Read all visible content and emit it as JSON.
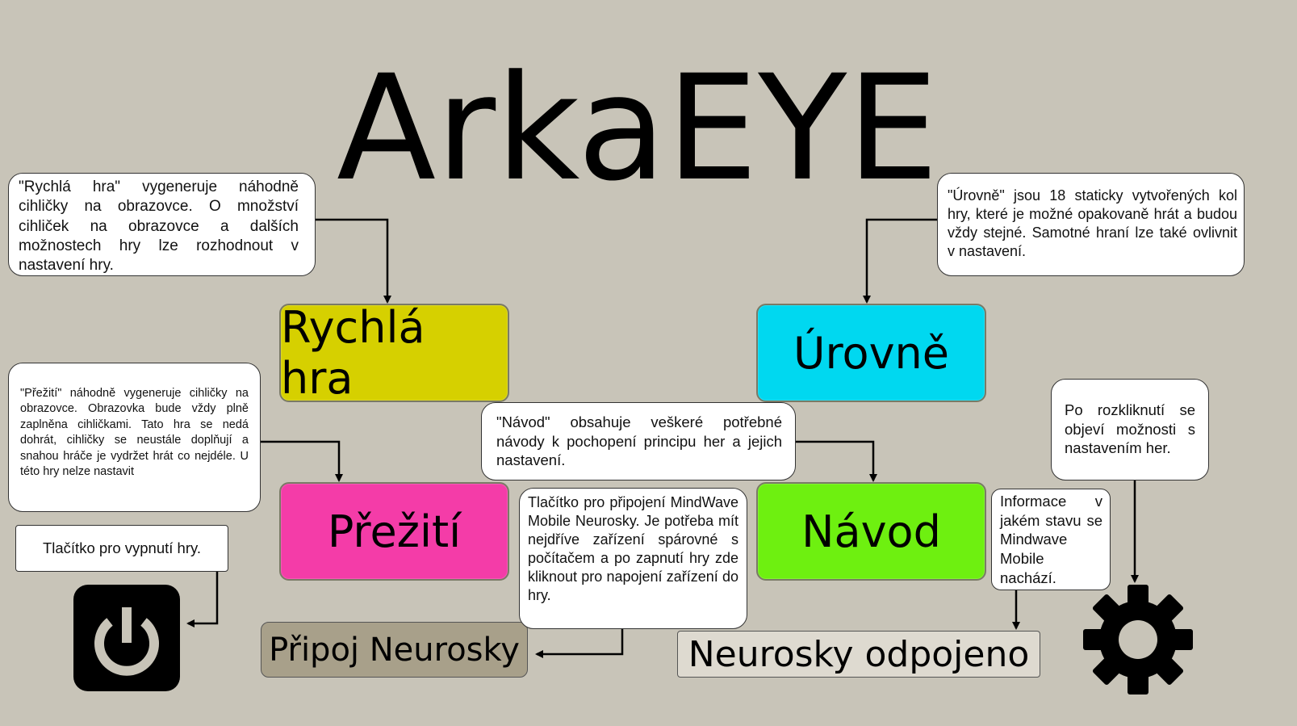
{
  "app_title": "ArkaEYE",
  "buttons": {
    "quick_game": "Rychlá hra",
    "levels": "Úrovně",
    "survival": "Přežití",
    "tutorial": "Návod",
    "connect": "Připoj Neurosky",
    "status": "Neurosky odpojeno"
  },
  "notes": {
    "quick_game": "\"Rychlá hra\" vygeneruje náhodně cihličky na obrazovce. O množství cihliček na obrazovce a dalších možnostech hry lze rozhodnout v nastavení hry.",
    "levels": "\"Úrovně\" jsou 18 staticky vytvořených kol hry, které je možné opakovaně hrát a budou vždy stejné. Samotné hraní lze také ovlivnit v nastavení.",
    "survival": "\"Přežití\" náhodně vygeneruje cihličky na obrazovce. Obrazovka bude vždy plně zaplněna cihličkami. Tato hra se nedá dohrát, cihličky se neustále doplňují a snahou hráče je vydržet hrát co nejdéle. U této hry nelze nastavit",
    "tutorial": "\"Návod\" obsahuje veškeré potřebné návody k pochopení principu her a jejich nastavení.",
    "power": "Tlačítko pro vypnutí hry.",
    "connect": "Tlačítko pro připojení MindWave Mobile Neurosky. Je potřeba mít nejdříve zařízení spárovné s počítačem a po zapnutí hry zde kliknout pro napojení zařízení do hry.",
    "status": "Informace v jakém stavu se Mindwave Mobile nachází.",
    "settings": "Po rozkliknutí se objeví možnosti s nastavením her."
  },
  "icons": {
    "power": "power-icon",
    "settings": "gear-icon"
  },
  "colors": {
    "background": "#c8c4b8",
    "quick_game": "#d6d000",
    "levels": "#00d8f0",
    "survival": "#f43ca8",
    "tutorial": "#6ef010",
    "connect": "#a8a08a",
    "status": "#dedad0",
    "power_bg": "#000000",
    "power_fg": "#c8c4b8"
  }
}
